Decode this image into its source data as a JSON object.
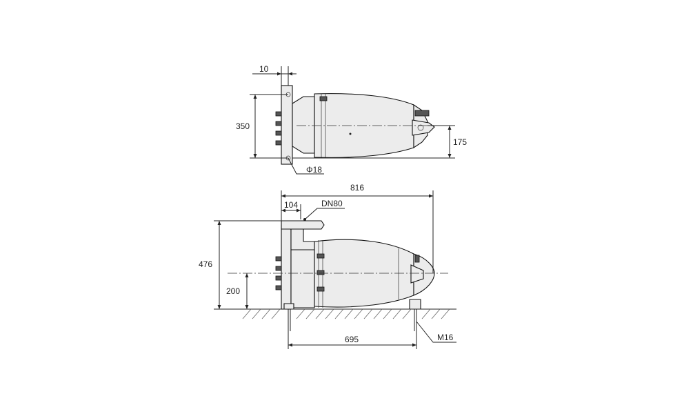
{
  "top_view": {
    "dim_10": "10",
    "dim_350": "350",
    "dim_175": "175",
    "hole_diameter": "Φ18"
  },
  "side_view": {
    "dim_816": "816",
    "dim_104": "104",
    "flange_label": "DN80",
    "dim_476": "476",
    "dim_200": "200",
    "dim_695": "695",
    "bolt_label": "M16"
  }
}
